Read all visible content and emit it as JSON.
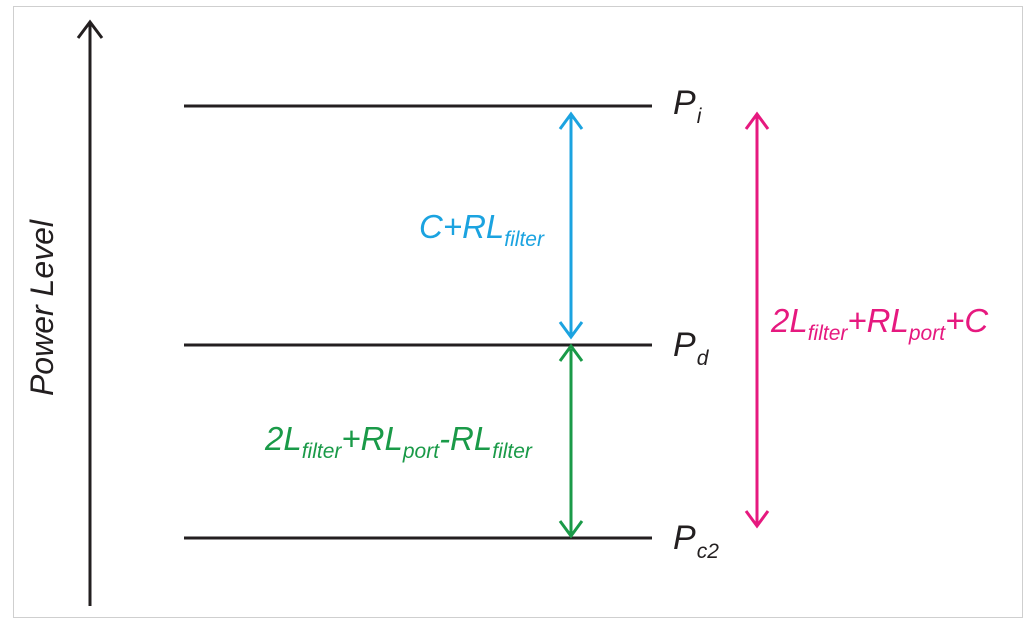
{
  "axis": {
    "title": "Power Level"
  },
  "levels": {
    "pi": {
      "main": "P",
      "sub": "i"
    },
    "pd": {
      "main": "P",
      "sub": "d"
    },
    "pc2": {
      "main": "P",
      "sub": "c2"
    }
  },
  "annotations": {
    "blue": {
      "color": "#1ba3e0",
      "parts": [
        "C+RL",
        "filter"
      ]
    },
    "green": {
      "color": "#1a9a48",
      "parts": [
        "2L",
        "filter",
        "+RL",
        "port",
        "-RL",
        "filter"
      ]
    },
    "magenta": {
      "color": "#e6197f",
      "parts": [
        "2L",
        "filter",
        "+RL",
        "port",
        "+C"
      ]
    }
  },
  "colors": {
    "line": "#231f20"
  }
}
